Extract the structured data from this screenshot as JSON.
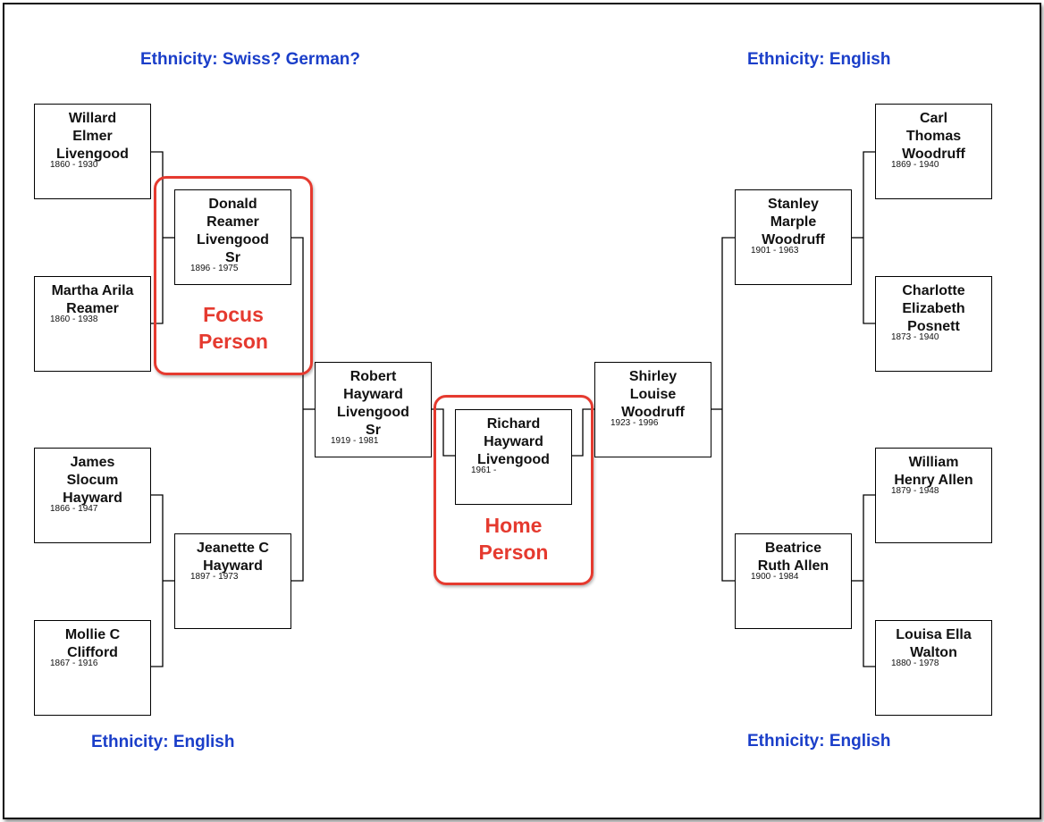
{
  "ethnicity": {
    "top_left": "Ethnicity: Swiss? German?",
    "top_right": "Ethnicity: English",
    "bottom_left": "Ethnicity: English",
    "bottom_right": "Ethnicity: English"
  },
  "highlights": {
    "focus_label": "Focus\nPerson",
    "home_label": "Home\nPerson",
    "color": "#e53a2f"
  },
  "people": {
    "willard": {
      "name": "Willard\nElmer\nLivengood",
      "dates": "1860 - 1930"
    },
    "martha": {
      "name": "Martha Arila\nReamer",
      "dates": "1860 - 1938"
    },
    "james": {
      "name": "James\nSlocum\nHayward",
      "dates": "1866 - 1947"
    },
    "mollie": {
      "name": "Mollie C\nClifford",
      "dates": "1867 - 1916"
    },
    "donald": {
      "name": "Donald\nReamer\nLivengood\nSr",
      "dates": "1896 - 1975"
    },
    "jeanette": {
      "name": "Jeanette C\nHayward",
      "dates": "1897 - 1973"
    },
    "robert": {
      "name": "Robert\nHayward\nLivengood\nSr",
      "dates": "1919 - 1981"
    },
    "richard": {
      "name": "Richard\nHayward\nLivengood",
      "dates": "1961 -"
    },
    "shirley": {
      "name": "Shirley\nLouise\nWoodruff",
      "dates": "1923 - 1996"
    },
    "stanley": {
      "name": "Stanley\nMarple\nWoodruff",
      "dates": "1901 - 1963"
    },
    "beatrice": {
      "name": "Beatrice\nRuth Allen",
      "dates": "1900 - 1984"
    },
    "carl": {
      "name": "Carl\nThomas\nWoodruff",
      "dates": "1869 - 1940"
    },
    "charlotte": {
      "name": "Charlotte\nElizabeth\nPosnett",
      "dates": "1873 - 1940"
    },
    "william": {
      "name": "William\nHenry Allen",
      "dates": "1879 - 1948"
    },
    "louisa": {
      "name": "Louisa Ella\nWalton",
      "dates": "1880 - 1978"
    }
  },
  "colors": {
    "ethnicity_text": "#1a3ec9",
    "line": "#000000"
  }
}
